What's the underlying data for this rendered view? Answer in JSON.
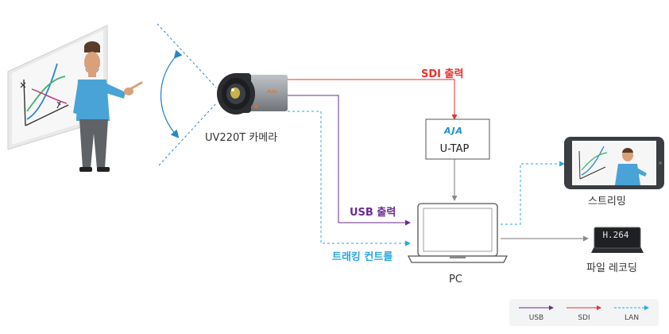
{
  "camera": {
    "name": "UV220T 카메라",
    "brand": "AVer"
  },
  "device_utap": {
    "brand": "AJA",
    "name": "U-TAP"
  },
  "outputs": {
    "sdi": "SDI 출력",
    "usb": "USB 출력",
    "tracking": "트래킹 컨트롤"
  },
  "pc": {
    "label": "PC"
  },
  "streaming": {
    "label": "스트리밍"
  },
  "recording": {
    "label": "파일 레코딩",
    "codec": "H.264"
  },
  "legend": [
    {
      "label": "USB",
      "color": "#6a2c8e",
      "style": "solid"
    },
    {
      "label": "SDI",
      "color": "#e8322e",
      "style": "solid"
    },
    {
      "label": "LAN",
      "color": "#2aa7dc",
      "style": "dashed"
    }
  ],
  "colors": {
    "usb": "#6a2c8e",
    "sdi": "#e8322e",
    "lan": "#2aa7dc",
    "hdmi": "#777777"
  }
}
